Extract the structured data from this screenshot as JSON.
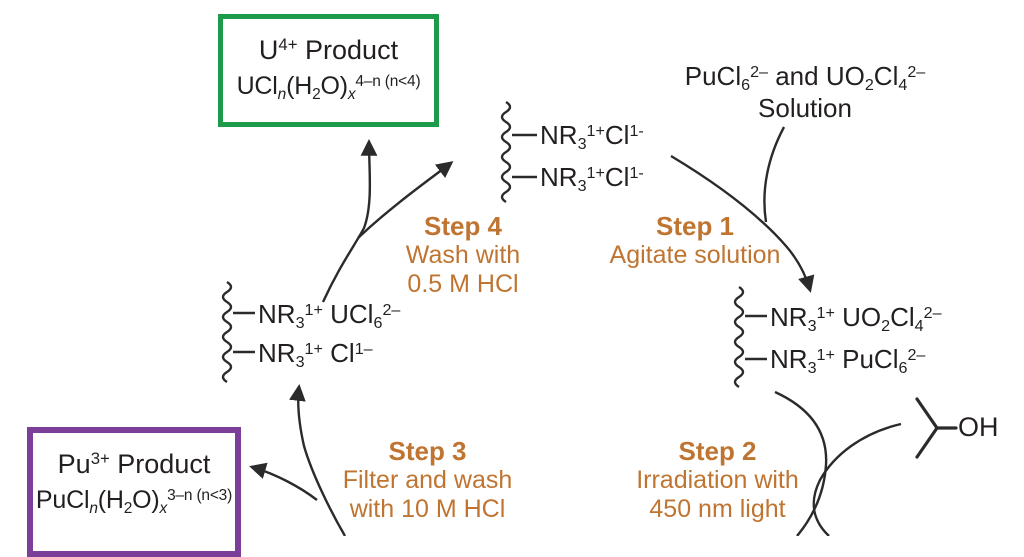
{
  "diagram": {
    "kind": "chemical-process-cycle",
    "colors": {
      "step_text": "#bf7531",
      "u_product_border": "#1d9b4b",
      "pu_product_border": "#7c3f99",
      "ink": "#2b2b2b"
    },
    "boxes": {
      "u_product": {
        "line1": "U^4+^ Product",
        "line2": "UCl~n~(H~2~O)~x~^4–n (n<4)^"
      },
      "pu_product": {
        "line1": "Pu^3+^ Product",
        "line2": "PuCl~n~(H~2~O)~x~^3–n (n<3)^"
      }
    },
    "solution_label": {
      "line1": "PuCl~6~^2–^ and UO~2~Cl~4~^2–^",
      "line2": "Solution"
    },
    "resins": {
      "chloride_resin": {
        "line1": "NR~3~^1+^Cl^1-^",
        "line2": "NR~3~^1+^Cl^1-^"
      },
      "loaded_resin": {
        "line1": "NR~3~^1+^ UO~2~Cl~4~^2–^",
        "line2": "NR~3~^1+^ PuCl~6~^2–^"
      },
      "uranium_resin": {
        "line1": "NR~3~^1+^ UCl~6~^2–^",
        "line2": "NR~3~^1+^ Cl^1–^"
      }
    },
    "steps": {
      "step1": {
        "title": "Step 1",
        "lines": [
          "Agitate solution"
        ]
      },
      "step2": {
        "title": "Step 2",
        "lines": [
          "Irradiation with",
          "450 nm light"
        ]
      },
      "step3": {
        "title": "Step 3",
        "lines": [
          "Filter and wash",
          "with 10 M HCl"
        ]
      },
      "step4": {
        "title": "Step 4",
        "lines": [
          "Wash with",
          "0.5 M HCl"
        ]
      }
    },
    "alcohol_label": "OH"
  }
}
